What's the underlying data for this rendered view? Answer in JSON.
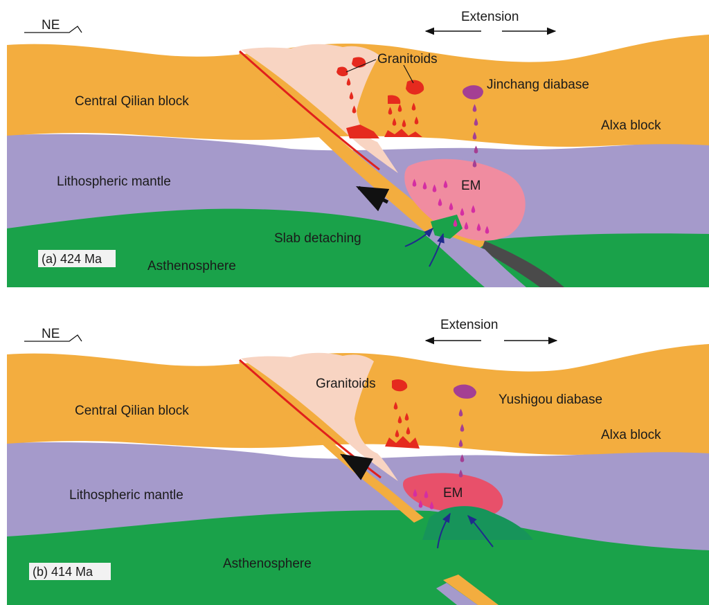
{
  "panels": [
    {
      "id": "a",
      "direction": "NE",
      "extension": "Extension",
      "granitoids": "Granitoids",
      "diabase": "Jinchang diabase",
      "central_block": "Central Qilian block",
      "alxa_block": "Alxa block",
      "lith_mantle": "Lithospheric mantle",
      "em": "EM",
      "slab": "Slab detaching",
      "astheno": "Asthenosphere",
      "tag": "(a)  424 Ma"
    },
    {
      "id": "b",
      "direction": "NE",
      "extension": "Extension",
      "granitoids": "Granitoids",
      "diabase": "Yushigou diabase",
      "central_block": "Central Qilian block",
      "alxa_block": "Alxa block",
      "lith_mantle": "Lithospheric mantle",
      "em": "EM",
      "astheno": "Asthenosphere",
      "tag": "(b)  414 Ma"
    }
  ],
  "colors": {
    "crust": "#f3ad3f",
    "mantle": "#a59acb",
    "asthenosphere": "#1aa24a",
    "granitoid_zone": "#f8d4c2",
    "em_a": "#f08ca0",
    "em_b": "#e8506a",
    "granitoid_red": "#e52a1e",
    "diabase_purple": "#a43f93",
    "melt_magenta": "#d42ea2",
    "fault": "#e0201c",
    "flow_arrow": "#1f2b8c",
    "old_slab": "#4a4a4a"
  }
}
